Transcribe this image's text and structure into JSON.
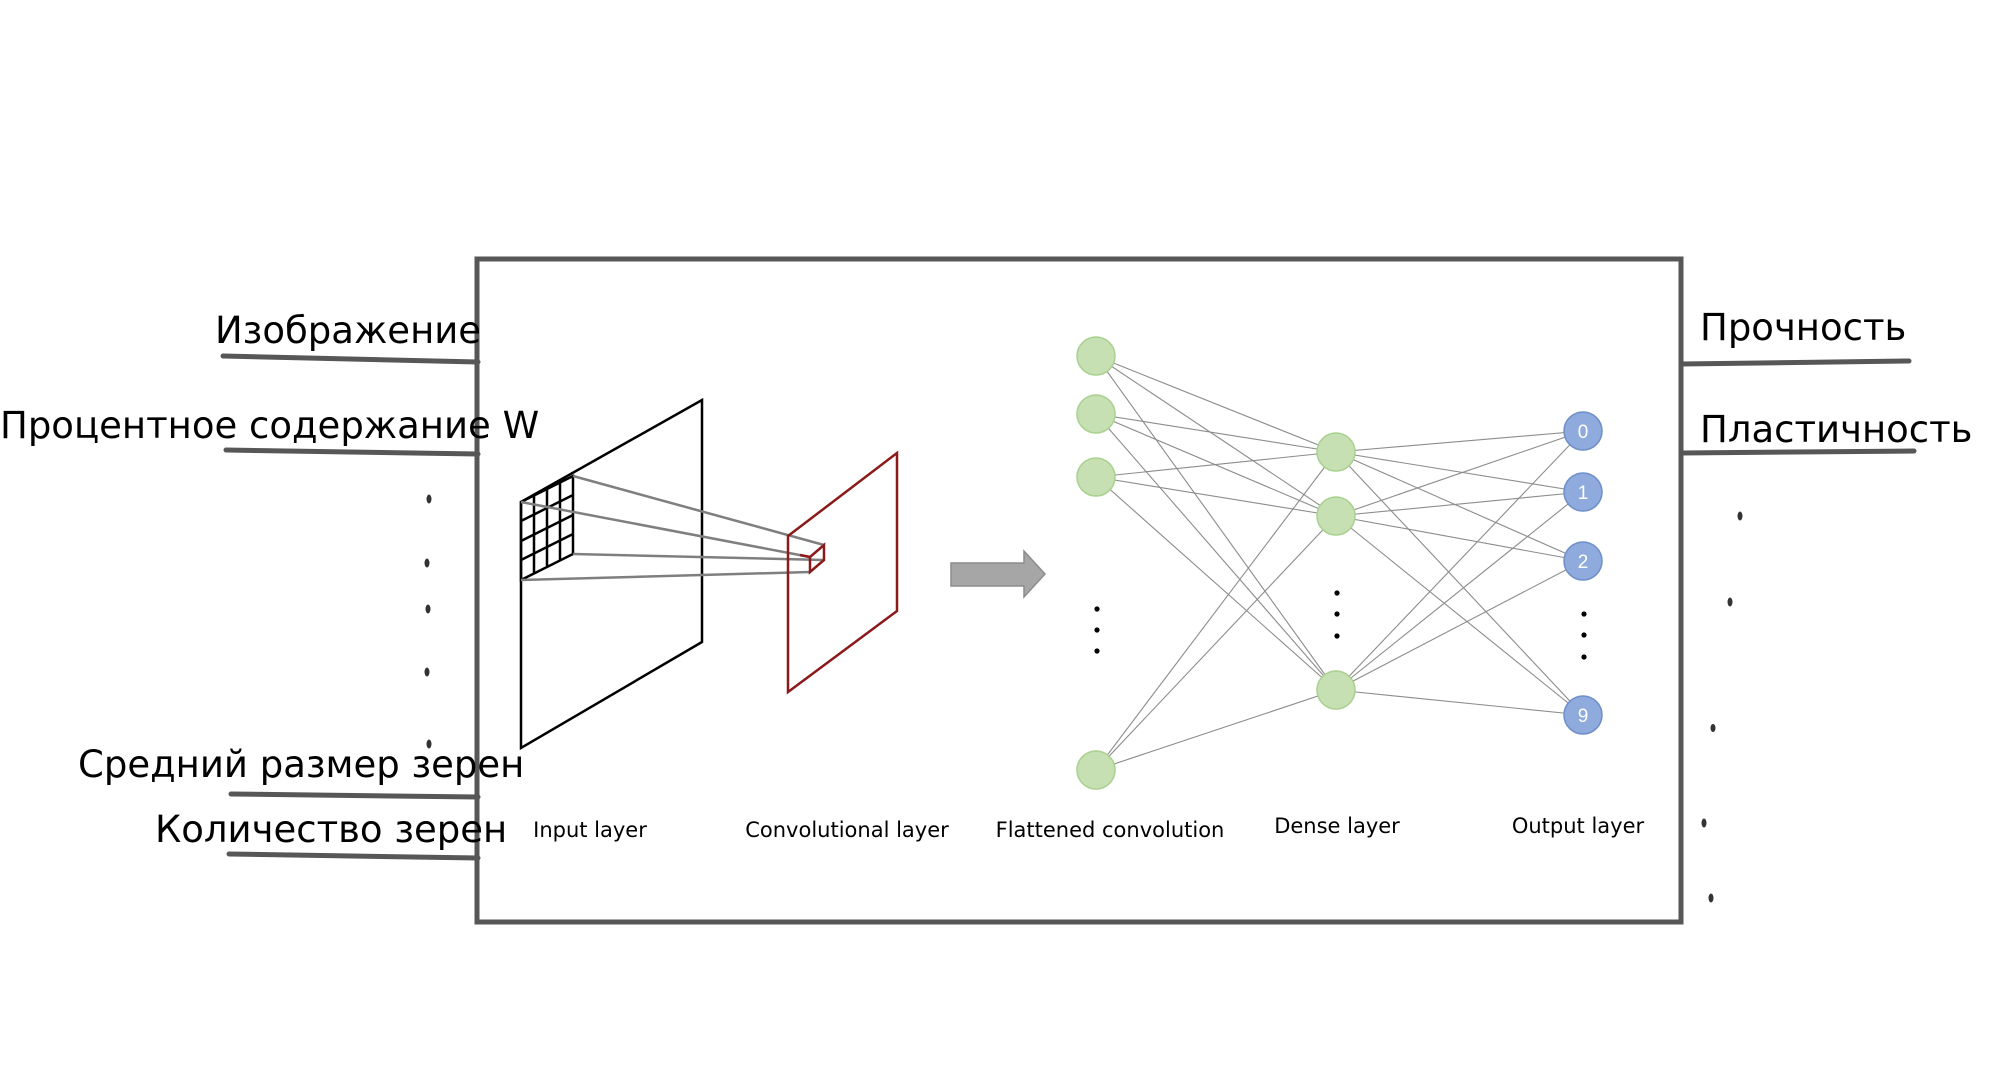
{
  "inputs": [
    "Изображение",
    "Процентное содержание W",
    "Средний размер зерен",
    "Количество зерен"
  ],
  "outputs": [
    "Прочность",
    "Пластичность"
  ],
  "layers": [
    "Input layer",
    "Convolutional layer",
    "Flattened convolution",
    "Dense layer",
    "Output layer"
  ],
  "output_nodes": [
    "0",
    "1",
    "2",
    "9"
  ],
  "colors": {
    "frame": "#575757",
    "conv_border": "#8b1a1a",
    "green_node": "#c6e0b4",
    "green_node_edge": "#a9d18e",
    "blue_node": "#8faadc",
    "arrow": "#a6a6a6",
    "connection": "#8c8c8c"
  }
}
